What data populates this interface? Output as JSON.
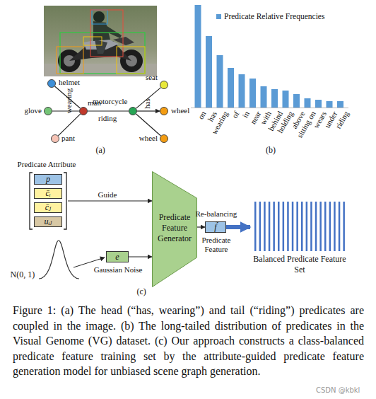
{
  "diagram": {
    "caption": "Figure 1: (a) The head (“has, wearing”) and tail (“riding”) predicates are coupled in the image. (b) The long-tailed distribution of predicates in the Visual Genome (VG) dataset. (c) Our approach constructs a class-balanced predicate feature training set by the attribute-guided predicate feature generation model for unbiased scene graph generation.",
    "nodes": [
      {
        "text": [
          "helmet"
        ]
      },
      {
        "text": [
          "man"
        ]
      },
      {
        "text": [
          "glove"
        ]
      },
      {
        "text": [
          "pant"
        ]
      },
      {
        "text": [
          "motorcycle"
        ]
      },
      {
        "text": [
          "seat"
        ]
      },
      {
        "text": [
          "wheel"
        ]
      },
      {
        "text": [
          "wheel"
        ]
      },
      {
        "text": [
          "Predicate Attribute"
        ]
      },
      {
        "text": [
          "p"
        ],
        "in": 8
      },
      {
        "text": [
          "c̄ᵢ"
        ],
        "in": 8
      },
      {
        "text": [
          "c̄ⱼ"
        ],
        "in": 8
      },
      {
        "text": [
          "uᵢⱼ"
        ],
        "in": 8
      },
      {
        "text": [
          "e",
          "Gaussian Noise"
        ]
      },
      {
        "text": [
          "Predicate Feature Generator"
        ]
      },
      {
        "text": [
          "f̃",
          "Predicate Feature"
        ]
      },
      {
        "text": [
          "Balanced Predicate Feature Set"
        ]
      }
    ],
    "edges": [
      {
        "from": 1,
        "to": 0,
        "label": "wearing",
        "arrow": "none"
      },
      {
        "from": 1,
        "to": 2,
        "arrow": "none"
      },
      {
        "from": 1,
        "to": 3,
        "arrow": "none"
      },
      {
        "from": 1,
        "to": 4,
        "label": "riding",
        "arrow": "none"
      },
      {
        "from": 4,
        "to": 5,
        "arrow": "none"
      },
      {
        "from": 4,
        "to": 6,
        "label": "has",
        "arrow": "to"
      },
      {
        "from": 4,
        "to": 7,
        "arrow": "none"
      },
      {
        "from": 8,
        "to": 14,
        "label": "Guide",
        "arrow": "to"
      },
      {
        "from": 13,
        "to": 14,
        "arrow": "to"
      },
      {
        "from": 14,
        "to": 15,
        "arrow": "to"
      },
      {
        "from": 15,
        "to": 16,
        "label": "Re-balancing",
        "arrow": "to"
      }
    ],
    "labels": [
      "on",
      "has",
      "wearing",
      "of",
      "in",
      "near",
      "with",
      "behind",
      "holding",
      "above",
      "sitting on",
      "wears",
      "under",
      "riding",
      "(a)",
      "(b)",
      "N(0, 1)",
      "(c)",
      "CSDN @kbkl"
    ],
    "legend": [
      {
        "text": "Predicate Relative Frequencies",
        "color": "#5b9bd5"
      }
    ]
  }
}
